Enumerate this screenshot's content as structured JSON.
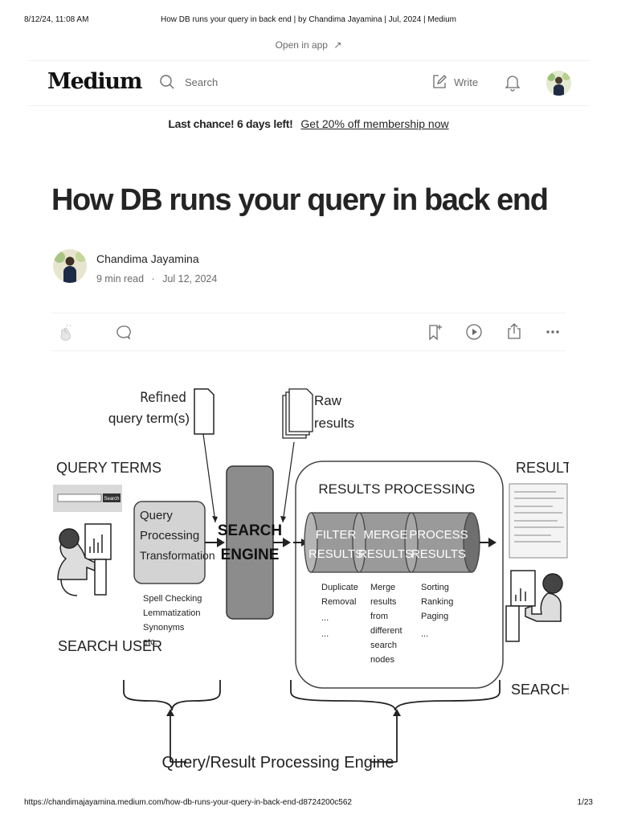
{
  "print_header": {
    "datetime": "8/12/24, 11:08 AM",
    "title": "How DB runs your query in back end | by Chandima Jayamina | Jul, 2024 | Medium"
  },
  "banner": {
    "open_in_app": "Open in app",
    "arrow": "↗"
  },
  "nav": {
    "logo": "Medium",
    "search_placeholder": "Search",
    "write_label": "Write"
  },
  "promo": {
    "bold_text": "Last chance! 6 days left!",
    "link_text": "Get 20% off membership now"
  },
  "article": {
    "title": "How DB runs your query in back end",
    "author": "Chandima Jayamina",
    "read_time": "9 min read",
    "separator": "·",
    "date": "Jul 12, 2024"
  },
  "diagram": {
    "refined_label": [
      "Refined",
      "query term(s)"
    ],
    "raw_label": [
      "Raw",
      "results"
    ],
    "query_terms": "QUERY TERMS",
    "search_btn": "Search",
    "qpt_lines": [
      "Query",
      "Processing",
      "Transformation"
    ],
    "qpt_notes": [
      "Spell Checking",
      "Lemmatization",
      "Synonyms",
      "etc."
    ],
    "engine_lines": [
      "SEARCH",
      "ENGINE"
    ],
    "results_processing": "RESULTS PROCESSING",
    "filter_lines": [
      "FILTER",
      "RESULTS"
    ],
    "merge_lines": [
      "MERGE",
      "RESULTS"
    ],
    "process_lines": [
      "PROCESS",
      "RESULTS"
    ],
    "filter_notes": [
      "Duplicate",
      "Removal",
      "...",
      "..."
    ],
    "merge_notes": [
      "Merge",
      "results",
      "from",
      "different",
      "search",
      "nodes"
    ],
    "process_notes": [
      "Sorting",
      "Ranking",
      "Paging",
      "..."
    ],
    "result_set": "RESULT SET",
    "search_user_left": "SEARCH USER",
    "search_user_right": "SEARCH USER",
    "bottom_label": "Query/Result Processing Engine"
  },
  "print_footer": {
    "url": "https://chandimajayamina.medium.com/how-db-runs-your-query-in-back-end-d8724200c562",
    "page": "1/23"
  }
}
